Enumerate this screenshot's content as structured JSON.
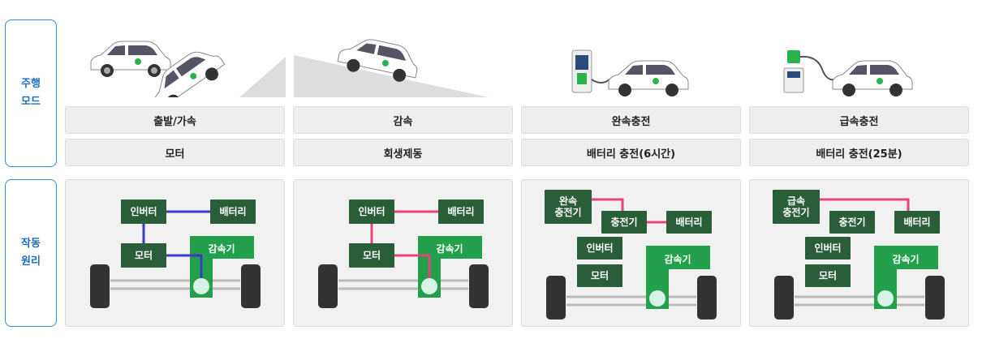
{
  "row_labels": {
    "mode": "주행\n모드",
    "principle": "작동\n원리"
  },
  "columns": [
    {
      "mode": "출발/가속",
      "power": "모터",
      "boxes": {
        "inverter": "인버터",
        "battery": "배터리",
        "motor": "모터",
        "reducer": "감속기"
      },
      "line_color": "#3a3ac8"
    },
    {
      "mode": "감속",
      "power": "회생제동",
      "boxes": {
        "inverter": "인버터",
        "battery": "배터리",
        "motor": "모터",
        "reducer": "감속기"
      },
      "line_color": "#e8447a"
    },
    {
      "mode": "완속충전",
      "power": "배터리 충전(6시간)",
      "boxes": {
        "charger": "완속\n충전기",
        "onboard": "충전기",
        "battery": "배터리",
        "inverter": "인버터",
        "motor": "모터",
        "reducer": "감속기"
      },
      "line_color": "#e8447a"
    },
    {
      "mode": "급속충전",
      "power": "배터리 충전(25분)",
      "boxes": {
        "charger": "급속\n충전기",
        "onboard": "충전기",
        "battery": "배터리",
        "inverter": "인버터",
        "motor": "모터",
        "reducer": "감속기"
      },
      "line_color": "#e8447a"
    }
  ],
  "colors": {
    "label_border": "#2f8fd8",
    "label_text": "#1f6fc0",
    "box_dark": "#2a5d39",
    "box_reducer": "#23a04b",
    "wheel": "#333333",
    "hub": "#d8f2e6"
  }
}
